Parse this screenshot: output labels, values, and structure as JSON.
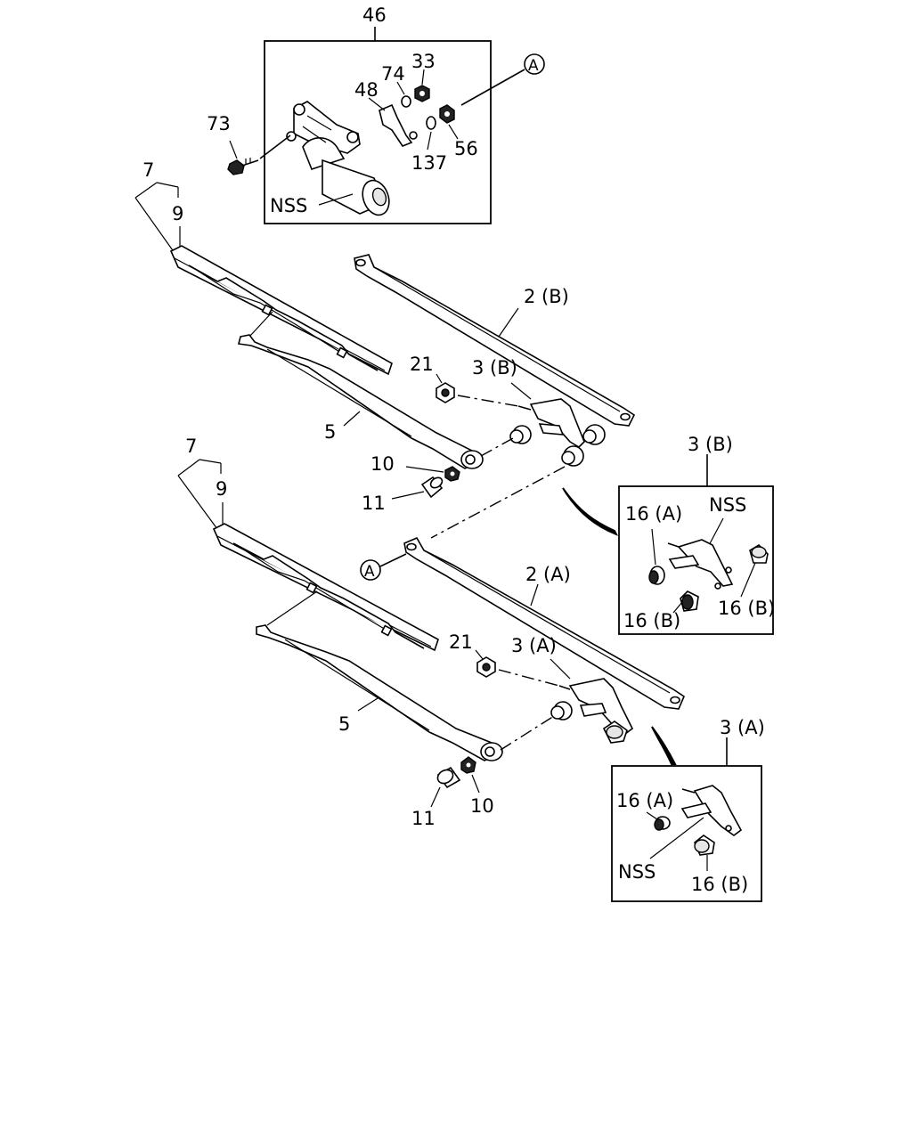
{
  "callouts": {
    "c46": "46",
    "c33": "33",
    "c74": "74",
    "c48": "48",
    "c73": "73",
    "c137": "137",
    "c56": "56",
    "nss_motor": "NSS",
    "ref_a_top": "A",
    "c7_upper": "7",
    "c9_upper": "9",
    "c2b": "2 (B)",
    "c21_upper": "21",
    "c3b": "3 (B)",
    "c5_upper": "5",
    "c10_upper": "10",
    "c11_upper": "11",
    "c3b_box": "3 (B)",
    "c7_lower": "7",
    "c9_lower": "9",
    "ref_a_mid": "A",
    "c2a": "2 (A)",
    "c21_lower": "21",
    "c3a": "3 (A)",
    "c5_lower": "5",
    "c11_lower": "11",
    "c10_lower": "10",
    "c3a_box": "3 (A)"
  },
  "inset_b": {
    "c16a": "16 (A)",
    "nss": "NSS",
    "c16b_left": "16 (B)",
    "c16b_right": "16 (B)"
  },
  "inset_a": {
    "c16a": "16 (A)",
    "nss": "NSS",
    "c16b": "16 (B)"
  }
}
